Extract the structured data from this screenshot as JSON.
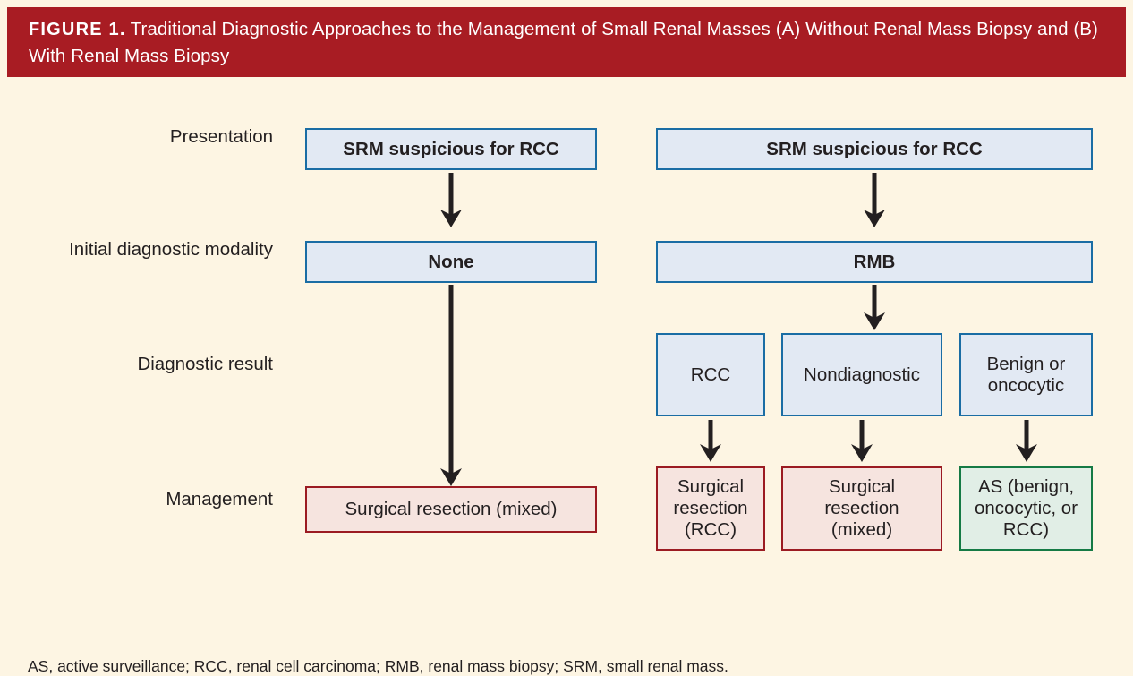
{
  "header": {
    "figure_label": "FIGURE 1.",
    "title": "Traditional Diagnostic Approaches to the Management of Small Renal Masses (A) Without Renal Mass Biopsy and (B) With Renal Mass Biopsy",
    "background_color": "#a81c23",
    "text_color": "#ffffff"
  },
  "canvas": {
    "background_color": "#fdf5e3"
  },
  "row_labels": [
    {
      "id": "presentation",
      "label": "Presentation"
    },
    {
      "id": "initial-diagnostic-modality",
      "label": "Initial diagnostic modality"
    },
    {
      "id": "diagnostic-result",
      "label": "Diagnostic result"
    },
    {
      "id": "management",
      "label": "Management"
    }
  ],
  "panel_a": {
    "presentation": "SRM suspicious for RCC",
    "initial_modality": "None",
    "diagnostic_result": "",
    "management": "Surgical resection (mixed)"
  },
  "panel_b": {
    "presentation": "SRM suspicious for RCC",
    "initial_modality": "RMB",
    "diagnostic_results": [
      "RCC",
      "Nondiagnostic",
      "Benign or oncocytic"
    ],
    "management": [
      "Surgical resection (RCC)",
      "Surgical resection (mixed)",
      "AS (benign, oncocytic, or RCC)"
    ]
  },
  "colors": {
    "box_blue_fill": "#e2e9f3",
    "box_blue_border": "#1a6da4",
    "box_red_fill": "#f6e4df",
    "box_red_border": "#9b1b22",
    "box_green_fill": "#e1eee6",
    "box_green_border": "#157a45",
    "arrow": "#231f20"
  },
  "footnote": "AS, active surveillance; RCC, renal cell carcinoma; RMB, renal mass biopsy; SRM, small renal mass."
}
